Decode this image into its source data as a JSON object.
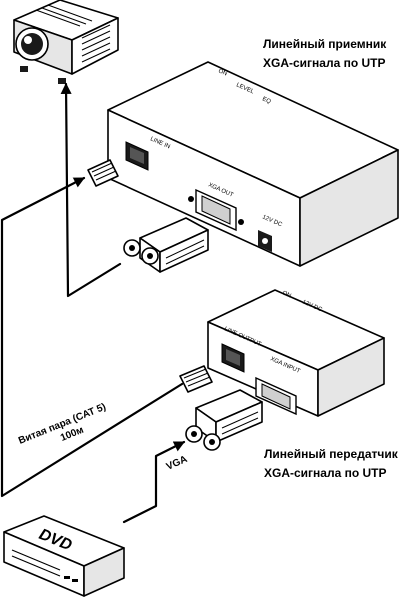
{
  "receiver_caption": {
    "line1": "Линейный приемник",
    "line2": "XGA-сигнала по UTP"
  },
  "transmitter_caption": {
    "line1": "Линейный передатчик",
    "line2": "XGA-сигнала по UTP"
  },
  "cable_caption": {
    "line1": "Витая пара (CAT 5)",
    "line2": "100м"
  },
  "vga_label": "VGA",
  "dvd_label": "DVD",
  "receiver_panel": {
    "line_in": "LINE IN",
    "xga_out": "XGA OUT",
    "dc": "12V DC",
    "level": "LEVEL",
    "on": "ON",
    "eq": "EQ"
  },
  "transmitter_panel": {
    "line_output": "LINE OUTPUT",
    "xga_input": "XGA INPUT",
    "on": "ON",
    "dc": "12V DC"
  },
  "colors": {
    "ink": "#000000",
    "paper": "#ffffff",
    "panel_shade": "#e6e6e6",
    "dark_fill": "#1a1a1a"
  },
  "icons": [
    "projector-icon",
    "dvd-player-icon",
    "rj45-plug-icon",
    "vga-plug-icon"
  ]
}
